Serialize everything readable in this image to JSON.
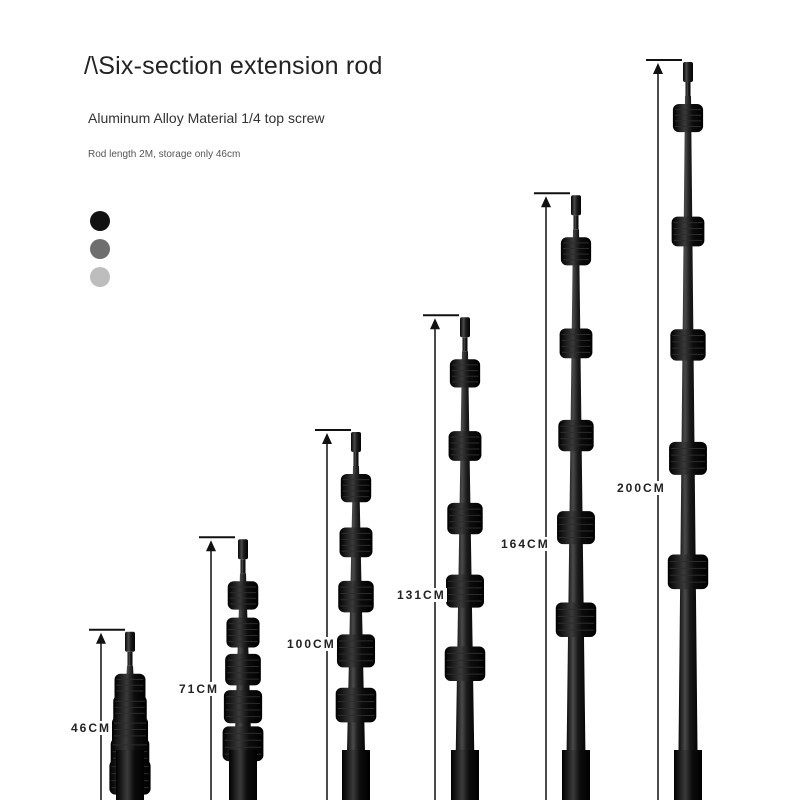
{
  "header": {
    "title": "/\\Six-section extension rod",
    "subtitle": "Aluminum Alloy Material 1/4 top screw",
    "note": "Rod length 2M, storage only 46cm"
  },
  "colors": {
    "options": [
      "#111111",
      "#6e6e6e",
      "#bdbdbd"
    ],
    "rod": "#1a1a1a",
    "grip": "#0c0c0c",
    "highlight": "#4a4a4a",
    "arrow": "#111111"
  },
  "rods": [
    {
      "label": "46CM",
      "length_cm": 46
    },
    {
      "label": "71CM",
      "length_cm": 71
    },
    {
      "label": "100CM",
      "length_cm": 100
    },
    {
      "label": "131CM",
      "length_cm": 131
    },
    {
      "label": "164CM",
      "length_cm": 164
    },
    {
      "label": "200CM",
      "length_cm": 200
    }
  ]
}
